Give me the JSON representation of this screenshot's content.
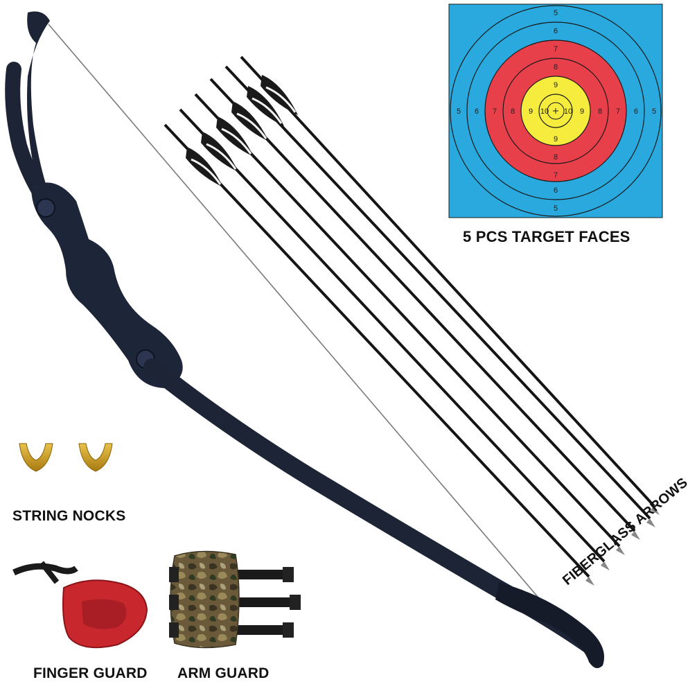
{
  "labels": {
    "target_faces": "5 PCS TARGET FACES",
    "string_nocks": "STRING NOCKS",
    "finger_guard": "FINGER GUARD",
    "arm_guard": "ARM GUARD",
    "fiberglass_arrows": "FIBERGLASS ARROWS"
  },
  "target": {
    "ring_scores": [
      "5",
      "6",
      "7",
      "8",
      "9",
      "10"
    ],
    "colors": {
      "blue": "#29a9de",
      "red": "#e8404a",
      "yellow": "#f6ec3d",
      "line": "#1a1a1a"
    }
  },
  "arrows": {
    "count": 6,
    "fletch_color": "#1a1a1a",
    "vane_color": "#f2f2f2"
  },
  "bow": {
    "color": "#1c2436",
    "string_color": "#7a7a7a"
  },
  "colors": {
    "nock_gold": "#d4a62a",
    "finger_guard_red": "#c8272d",
    "camo_brown": "#6b5a3a"
  }
}
